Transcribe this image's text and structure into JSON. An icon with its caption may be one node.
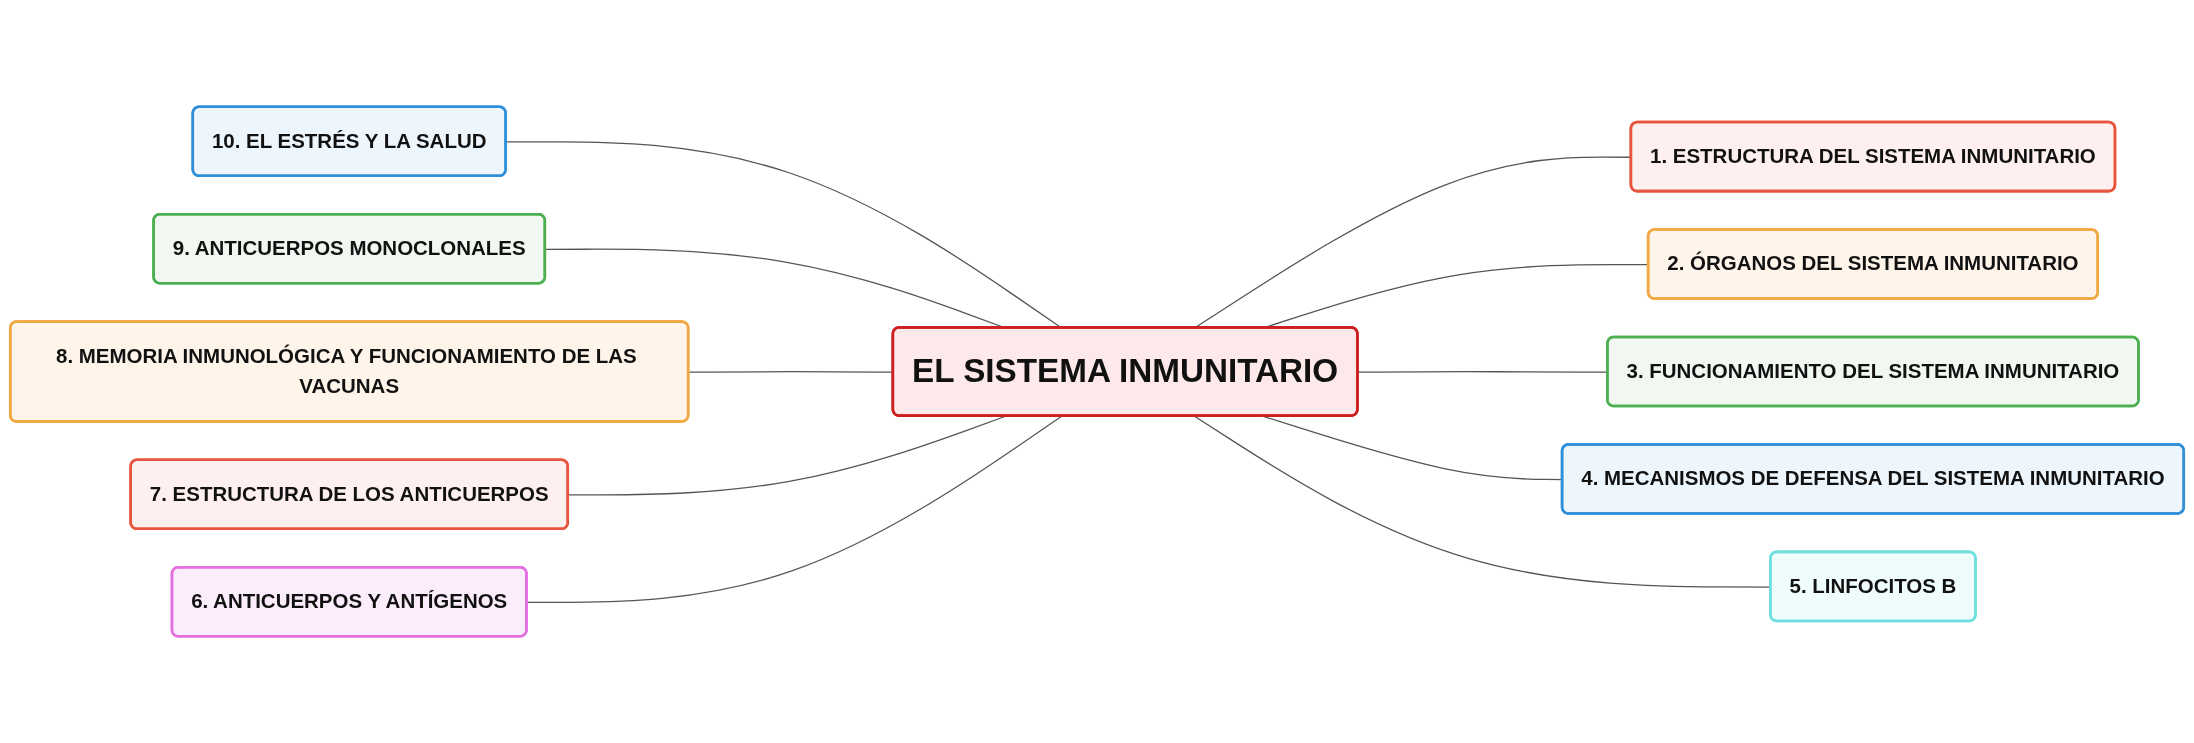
{
  "diagram": {
    "nodes": [
      {
        "text": [
          "EL SISTEMA INMUNITARIO"
        ]
      },
      {
        "text": [
          "1. ESTRUCTURA DEL SISTEMA INMUNITARIO"
        ]
      },
      {
        "text": [
          "2. ÓRGANOS DEL SISTEMA INMUNITARIO"
        ]
      },
      {
        "text": [
          "3. FUNCIONAMIENTO DEL SISTEMA INMUNITARIO"
        ]
      },
      {
        "text": [
          "4. MECANISMOS DE DEFENSA DEL SISTEMA INMUNITARIO"
        ]
      },
      {
        "text": [
          "5. LINFOCITOS B"
        ]
      },
      {
        "text": [
          "6. ANTICUERPOS Y ANTÍGENOS"
        ]
      },
      {
        "text": [
          "7. ESTRUCTURA DE LOS ANTICUERPOS"
        ]
      },
      {
        "text": [
          "8. MEMORIA INMUNOLÓGICA Y FUNCIONAMIENTO DE LAS VACUNAS"
        ]
      },
      {
        "text": [
          "9. ANTICUERPOS MONOCLONALES"
        ]
      },
      {
        "text": [
          "10. EL ESTRÉS Y LA SALUD"
        ]
      }
    ],
    "edges": [
      {
        "from": 0,
        "to": 1,
        "arrow": "none"
      },
      {
        "from": 0,
        "to": 2,
        "arrow": "none"
      },
      {
        "from": 0,
        "to": 3,
        "arrow": "none"
      },
      {
        "from": 0,
        "to": 4,
        "arrow": "none"
      },
      {
        "from": 0,
        "to": 5,
        "arrow": "none"
      },
      {
        "from": 10,
        "to": 0,
        "arrow": "none"
      },
      {
        "from": 9,
        "to": 0,
        "arrow": "none"
      },
      {
        "from": 8,
        "to": 0,
        "arrow": "none"
      },
      {
        "from": 7,
        "to": 0,
        "arrow": "none"
      },
      {
        "from": 6,
        "to": 0,
        "arrow": "none"
      }
    ]
  }
}
